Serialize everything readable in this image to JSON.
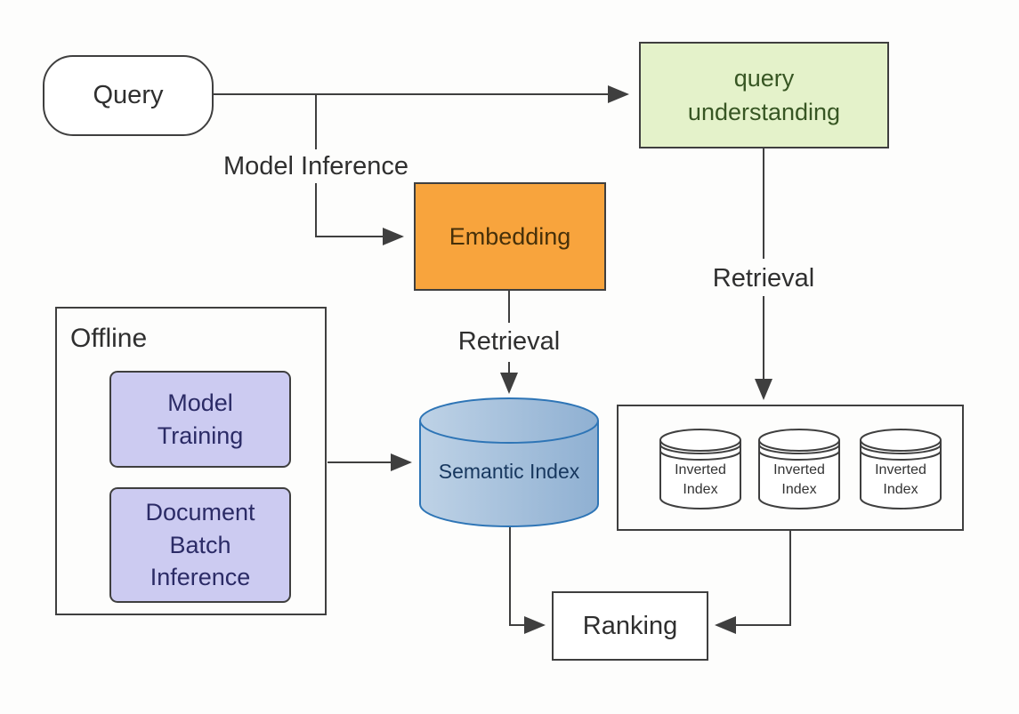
{
  "nodes": {
    "query": {
      "label": "Query"
    },
    "query_understanding": {
      "label": "query understanding"
    },
    "embedding": {
      "label": "Embedding"
    },
    "offline": {
      "label": "Offline"
    },
    "model_training": {
      "label": "Model Training"
    },
    "document_batch_inference": {
      "label": "Document Batch Inference"
    },
    "semantic_index": {
      "label": "Semantic Index"
    },
    "inverted_indexes": [
      {
        "label": "Inverted Index"
      },
      {
        "label": "Inverted Index"
      },
      {
        "label": "Inverted Index"
      }
    ],
    "ranking": {
      "label": "Ranking"
    }
  },
  "edge_labels": {
    "model_inference": "Model Inference",
    "retrieval_semantic": "Retrieval",
    "retrieval_inverted": "Retrieval"
  },
  "colors": {
    "line": "#3f3f3f",
    "background": "#fdfdfc",
    "label_text": "#2f2f2f",
    "qu_fill": "#e4f2ca",
    "qu_text": "#375623",
    "embedding_fill": "#f8a43d",
    "embedding_text": "#46300a",
    "purple_fill": "#cccbf1",
    "purple_text": "#2b2b66",
    "semantic_light": "#bed2e6",
    "semantic_dark": "#8fb0d2",
    "semantic_stroke": "#2e75b6",
    "semantic_text": "#17375e",
    "node_fill": "#ffffff"
  }
}
